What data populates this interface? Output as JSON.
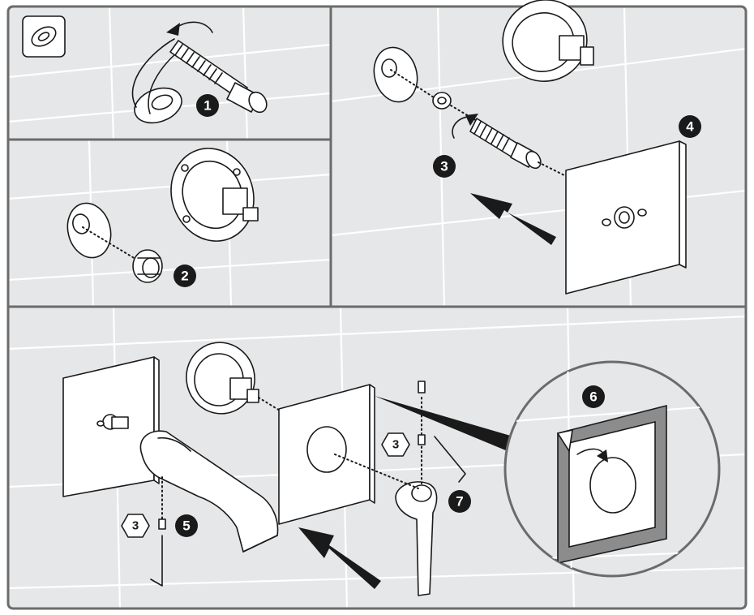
{
  "title": "",
  "steps": [
    {
      "number": "1"
    },
    {
      "number": "2"
    },
    {
      "number": "3"
    },
    {
      "number": "4"
    },
    {
      "number": "5"
    },
    {
      "number": "6"
    },
    {
      "number": "7"
    }
  ],
  "hex_key_labels": {
    "spout_screw": "3",
    "handle_screw": "3"
  },
  "icons": {
    "top_left_box": "sealing-ring-icon"
  },
  "colors": {
    "panel_background": "#e6e7e8",
    "frame": "#6b6b6b",
    "badge": "#1a1a1a",
    "adhesive_frame": "#8c8c8c"
  }
}
